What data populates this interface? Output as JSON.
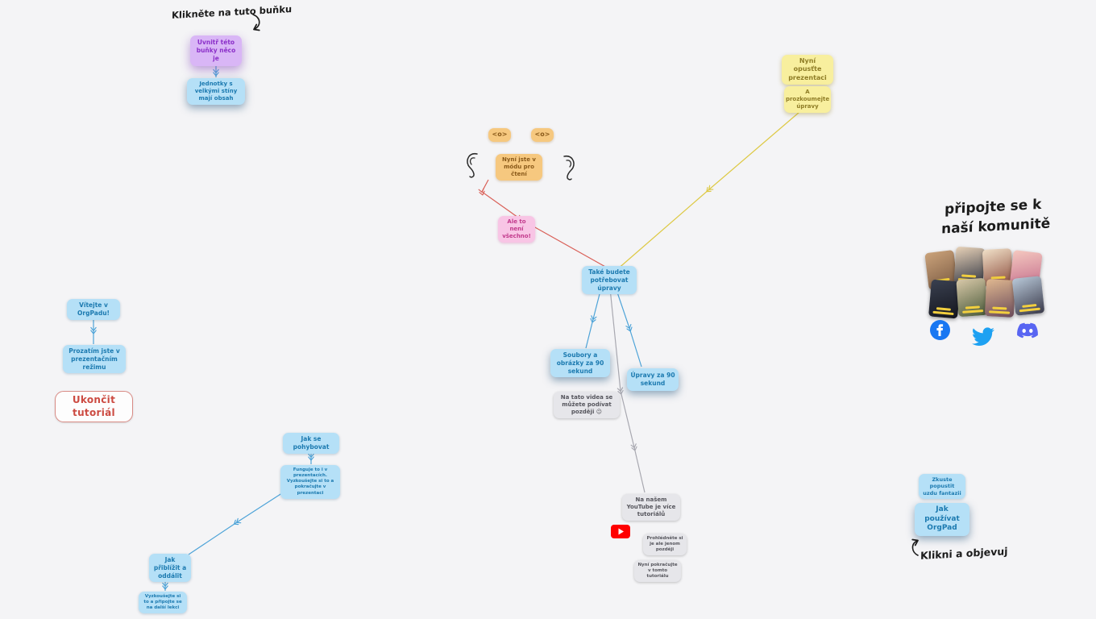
{
  "canvas": {
    "background": "#f4f4f6"
  },
  "annotations": {
    "click_cell": "Klikněte na tuto buňku",
    "community_line1": "připojte se k",
    "community_line2": "naší komunitě",
    "discover": "Klikni a objevuj"
  },
  "nodes": {
    "inside_cell": {
      "label": "Uvnitř této buňky něco je",
      "color": "purple"
    },
    "big_shadow": {
      "label": "Jednotky s velkými stíny mají obsah",
      "color": "blue"
    },
    "leave_presentation": {
      "label": "Nyní opusťte prezentaci",
      "color": "yellow"
    },
    "explore_edits": {
      "label": "A prozkoumejte úpravy",
      "color": "yellow"
    },
    "tag_left": {
      "label": "<o>",
      "color": "orange"
    },
    "tag_right": {
      "label": "<o>",
      "color": "orange"
    },
    "reading_mode": {
      "label": "Nyní jste v módu pro čtení",
      "color": "orange"
    },
    "not_everything": {
      "label": "Ale to není všechno!",
      "color": "pink"
    },
    "need_edits": {
      "label": "Také budete potřebovat úpravy",
      "color": "blue"
    },
    "welcome": {
      "label": "Vítejte v OrgPadu!",
      "color": "blue"
    },
    "presentation_mode": {
      "label": "Prozatím jste v prezentačním režimu",
      "color": "blue"
    },
    "end_tutorial": {
      "label": "Ukončit tutoriál",
      "color": "red-outline"
    },
    "how_to_move": {
      "label": "Jak se pohybovat",
      "color": "blue"
    },
    "move_note": {
      "label": "Funguje to i v prezentacích. Vyzkoušejte si to a pokračujte v prezentaci",
      "color": "blue"
    },
    "files_images": {
      "label": "Soubory a obrázky za 90 sekund",
      "color": "blue"
    },
    "edits_90": {
      "label": "Úpravy za 90 sekund",
      "color": "blue"
    },
    "watch_later": {
      "label": "Na tato videa se můžete podívat později 😉",
      "color": "gray"
    },
    "youtube_more": {
      "label": "Na našem YouTube je více tutoriálů",
      "color": "gray"
    },
    "view_later": {
      "label": "Prohlédněte si je ale jenom později",
      "color": "gray"
    },
    "continue_tutorial": {
      "label": "Nyní pokračujte v tomto tutoriálu",
      "color": "gray"
    },
    "how_to_zoom": {
      "label": "Jak přiblížit a oddálit",
      "color": "blue"
    },
    "try_zoom": {
      "label": "Vyzkoušejte si to a připojte se na další lekci",
      "color": "blue"
    },
    "fantasy": {
      "label": "Zkuste popustit uzdu fantazii",
      "color": "blue"
    },
    "how_to_use": {
      "label": "Jak používat OrgPad",
      "color": "blue"
    }
  },
  "icons": {
    "youtube": {
      "name": "youtube-play-icon",
      "color": "#ff0000"
    },
    "facebook": {
      "name": "facebook-icon",
      "color": "#1877f2"
    },
    "twitter": {
      "name": "twitter-bird-icon",
      "color": "#1da1f2"
    },
    "discord": {
      "name": "discord-icon",
      "color": "#5865f2"
    },
    "ears": {
      "name": "ear-doodle-icons"
    }
  },
  "colors": {
    "node_blue_bg": "#b5e0f7",
    "node_blue_text": "#1c7ab0",
    "node_purple_bg": "#d9b6f6",
    "node_purple_text": "#8b2fc9",
    "node_yellow_bg": "#f8ef9e",
    "node_yellow_text": "#8f7d26",
    "node_orange_bg": "#f6c87f",
    "node_orange_text": "#8a5a1a",
    "node_pink_bg": "#f8c5e5",
    "node_pink_text": "#c23a8c",
    "node_gray_bg": "#e6e6ea",
    "node_gray_text": "#55555c",
    "edge_blue": "#4da3d8",
    "edge_yellow": "#ddc944",
    "edge_red": "#d95f57",
    "edge_gray": "#a8a8b0",
    "end_tutorial_red": "#cc4b42"
  }
}
